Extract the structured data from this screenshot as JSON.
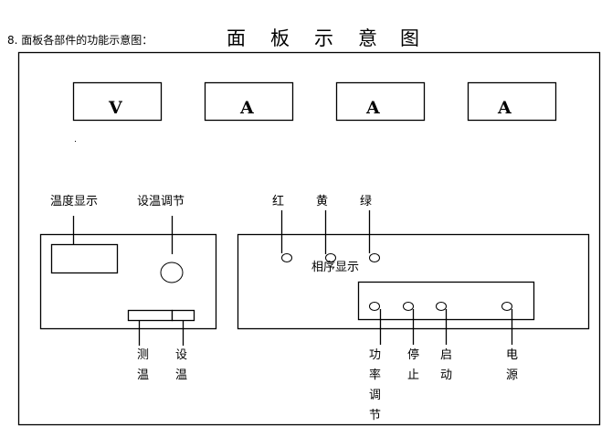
{
  "heading": "8. 面板各部件的功能示意图：",
  "title_chars": [
    "面",
    "板",
    "示",
    "意",
    "图"
  ],
  "meters": [
    "V",
    "A",
    "A",
    "A"
  ],
  "left_panel": {
    "temp_display_label": "温度显示",
    "temp_set_knob_label": "设温调节",
    "measure_temp_label": [
      "测",
      "温"
    ],
    "set_temp_label": [
      "设",
      "温"
    ]
  },
  "right_panel": {
    "lamps": [
      "红",
      "黄",
      "绿"
    ],
    "phase_display_label": "相序显示",
    "controls": [
      {
        "label": [
          "功",
          "率",
          "调",
          "节"
        ]
      },
      {
        "label": [
          "停",
          "止"
        ]
      },
      {
        "label": [
          "启",
          "动"
        ]
      },
      {
        "label": [
          "电",
          "源"
        ]
      }
    ]
  }
}
